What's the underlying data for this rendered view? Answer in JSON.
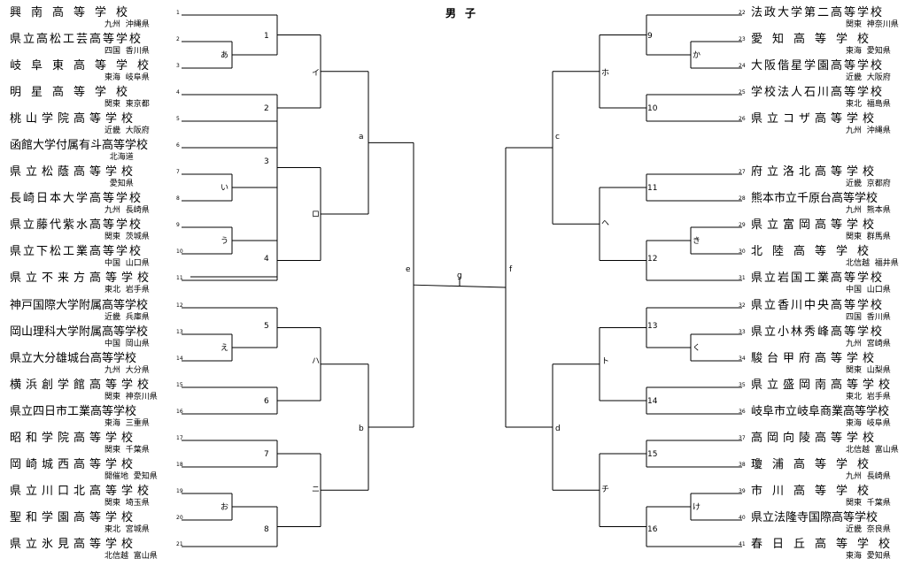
{
  "title": "男子",
  "teams": [
    {
      "seed": "1",
      "name": "興南高等学校",
      "region": "九州",
      "pref": "沖縄県"
    },
    {
      "seed": "2",
      "name": "県立高松工芸高等学校",
      "region": "四国",
      "pref": "香川県"
    },
    {
      "seed": "3",
      "name": "岐阜東高等学校",
      "region": "東海",
      "pref": "岐阜県"
    },
    {
      "seed": "4",
      "name": "明星高等学校",
      "region": "関東",
      "pref": "東京都"
    },
    {
      "seed": "5",
      "name": "桃山学院高等学校",
      "region": "近畿",
      "pref": "大阪府"
    },
    {
      "seed": "6",
      "name": "函館大学付属有斗高等学校",
      "region": "",
      "pref": "北海道"
    },
    {
      "seed": "7",
      "name": "県立松蔭高等学校",
      "region": "",
      "pref": "愛知県"
    },
    {
      "seed": "8",
      "name": "長崎日本大学高等学校",
      "region": "九州",
      "pref": "長崎県"
    },
    {
      "seed": "9",
      "name": "県立藤代紫水高等学校",
      "region": "関東",
      "pref": "茨城県"
    },
    {
      "seed": "10",
      "name": "県立下松工業高等学校",
      "region": "中国",
      "pref": "山口県"
    },
    {
      "seed": "11",
      "name": "県立不来方高等学校",
      "region": "東北",
      "pref": "岩手県"
    },
    {
      "seed": "12",
      "name": "神戸国際大学附属高等学校",
      "region": "近畿",
      "pref": "兵庫県"
    },
    {
      "seed": "13",
      "name": "岡山理科大学附属高等学校",
      "region": "中国",
      "pref": "岡山県"
    },
    {
      "seed": "14",
      "name": "県立大分雄城台高等学校",
      "region": "九州",
      "pref": "大分県"
    },
    {
      "seed": "15",
      "name": "横浜創学館高等学校",
      "region": "関東",
      "pref": "神奈川県"
    },
    {
      "seed": "16",
      "name": "県立四日市工業高等学校",
      "region": "東海",
      "pref": "三重県"
    },
    {
      "seed": "17",
      "name": "昭和学院高等学校",
      "region": "関東",
      "pref": "千葉県"
    },
    {
      "seed": "18",
      "name": "岡崎城西高等学校",
      "region": "開催地",
      "pref": "愛知県"
    },
    {
      "seed": "19",
      "name": "県立川口北高等学校",
      "region": "関東",
      "pref": "埼玉県"
    },
    {
      "seed": "20",
      "name": "聖和学園高等学校",
      "region": "東北",
      "pref": "宮城県"
    },
    {
      "seed": "21",
      "name": "県立氷見高等学校",
      "region": "北信越",
      "pref": "富山県"
    },
    {
      "seed": "22",
      "name": "法政大学第二高等学校",
      "region": "関東",
      "pref": "神奈川県"
    },
    {
      "seed": "23",
      "name": "愛知高等学校",
      "region": "東海",
      "pref": "愛知県"
    },
    {
      "seed": "24",
      "name": "大阪偕星学園高等学校",
      "region": "近畿",
      "pref": "大阪府"
    },
    {
      "seed": "25",
      "name": "学校法人石川高等学校",
      "region": "東北",
      "pref": "福島県"
    },
    {
      "seed": "26",
      "name": "県立コザ高等学校",
      "region": "九州",
      "pref": "沖縄県"
    },
    {
      "seed": "27",
      "name": "府立洛北高等学校",
      "region": "近畿",
      "pref": "京都府"
    },
    {
      "seed": "28",
      "name": "熊本市立千原台高等学校",
      "region": "九州",
      "pref": "熊本県"
    },
    {
      "seed": "29",
      "name": "県立富岡高等学校",
      "region": "関東",
      "pref": "群馬県"
    },
    {
      "seed": "30",
      "name": "北陸高等学校",
      "region": "北信越",
      "pref": "福井県"
    },
    {
      "seed": "31",
      "name": "県立岩国工業高等学校",
      "region": "中国",
      "pref": "山口県"
    },
    {
      "seed": "32",
      "name": "県立香川中央高等学校",
      "region": "四国",
      "pref": "香川県"
    },
    {
      "seed": "33",
      "name": "県立小林秀峰高等学校",
      "region": "九州",
      "pref": "宮崎県"
    },
    {
      "seed": "34",
      "name": "駿台甲府高等学校",
      "region": "関東",
      "pref": "山梨県"
    },
    {
      "seed": "35",
      "name": "県立盛岡南高等学校",
      "region": "東北",
      "pref": "岩手県"
    },
    {
      "seed": "36",
      "name": "岐阜市立岐阜商業高等学校",
      "region": "東海",
      "pref": "岐阜県"
    },
    {
      "seed": "37",
      "name": "高岡向陵高等学校",
      "region": "北信越",
      "pref": "富山県"
    },
    {
      "seed": "38",
      "name": "瓊浦高等学校",
      "region": "九州",
      "pref": "長崎県"
    },
    {
      "seed": "39",
      "name": "市川高等学校",
      "region": "関東",
      "pref": "千葉県"
    },
    {
      "seed": "40",
      "name": "県立法隆寺国際高等学校",
      "region": "近畿",
      "pref": "奈良県"
    },
    {
      "seed": "41",
      "name": "春日丘高等学校",
      "region": "東海",
      "pref": "愛知県"
    }
  ],
  "match_labels": {
    "a": "あ",
    "i": "い",
    "u": "う",
    "e": "え",
    "o": "お",
    "ka": "か",
    "ki": "き",
    "ku": "く",
    "ke": "け",
    "r1": "1",
    "r2": "2",
    "r3": "3",
    "r4": "4",
    "r5": "5",
    "r6": "6",
    "r7": "7",
    "r8": "8",
    "r9": "9",
    "r10": "10",
    "r11": "11",
    "r12": "12",
    "r13": "13",
    "r14": "14",
    "r15": "15",
    "r16": "16",
    "qi": "イ",
    "qro": "ロ",
    "qha": "ハ",
    "qni": "ニ",
    "qho": "ホ",
    "qhe": "ヘ",
    "qto": "ト",
    "qchi": "チ",
    "sa": "a",
    "sb": "b",
    "sc": "c",
    "sd": "d",
    "fe": "e",
    "ff": "f",
    "fg": "g"
  }
}
